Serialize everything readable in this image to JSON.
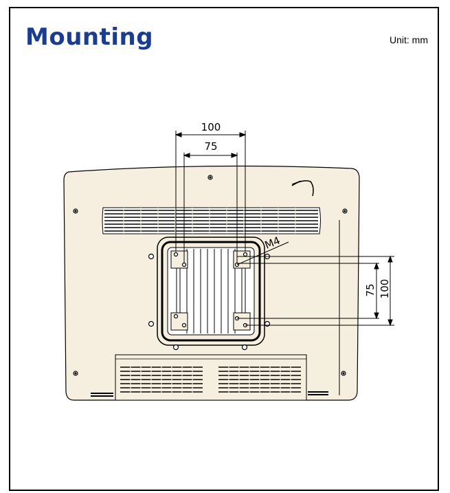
{
  "header": {
    "title": "Mounting",
    "unit_label": "Unit: mm"
  },
  "dimensions": {
    "outer_width": "100",
    "inner_width": "75",
    "outer_height": "100",
    "inner_height": "75",
    "screw": "M4"
  },
  "colors": {
    "title": "#1a3d8f",
    "panel_fill": "#f6eede",
    "line": "#000000"
  }
}
